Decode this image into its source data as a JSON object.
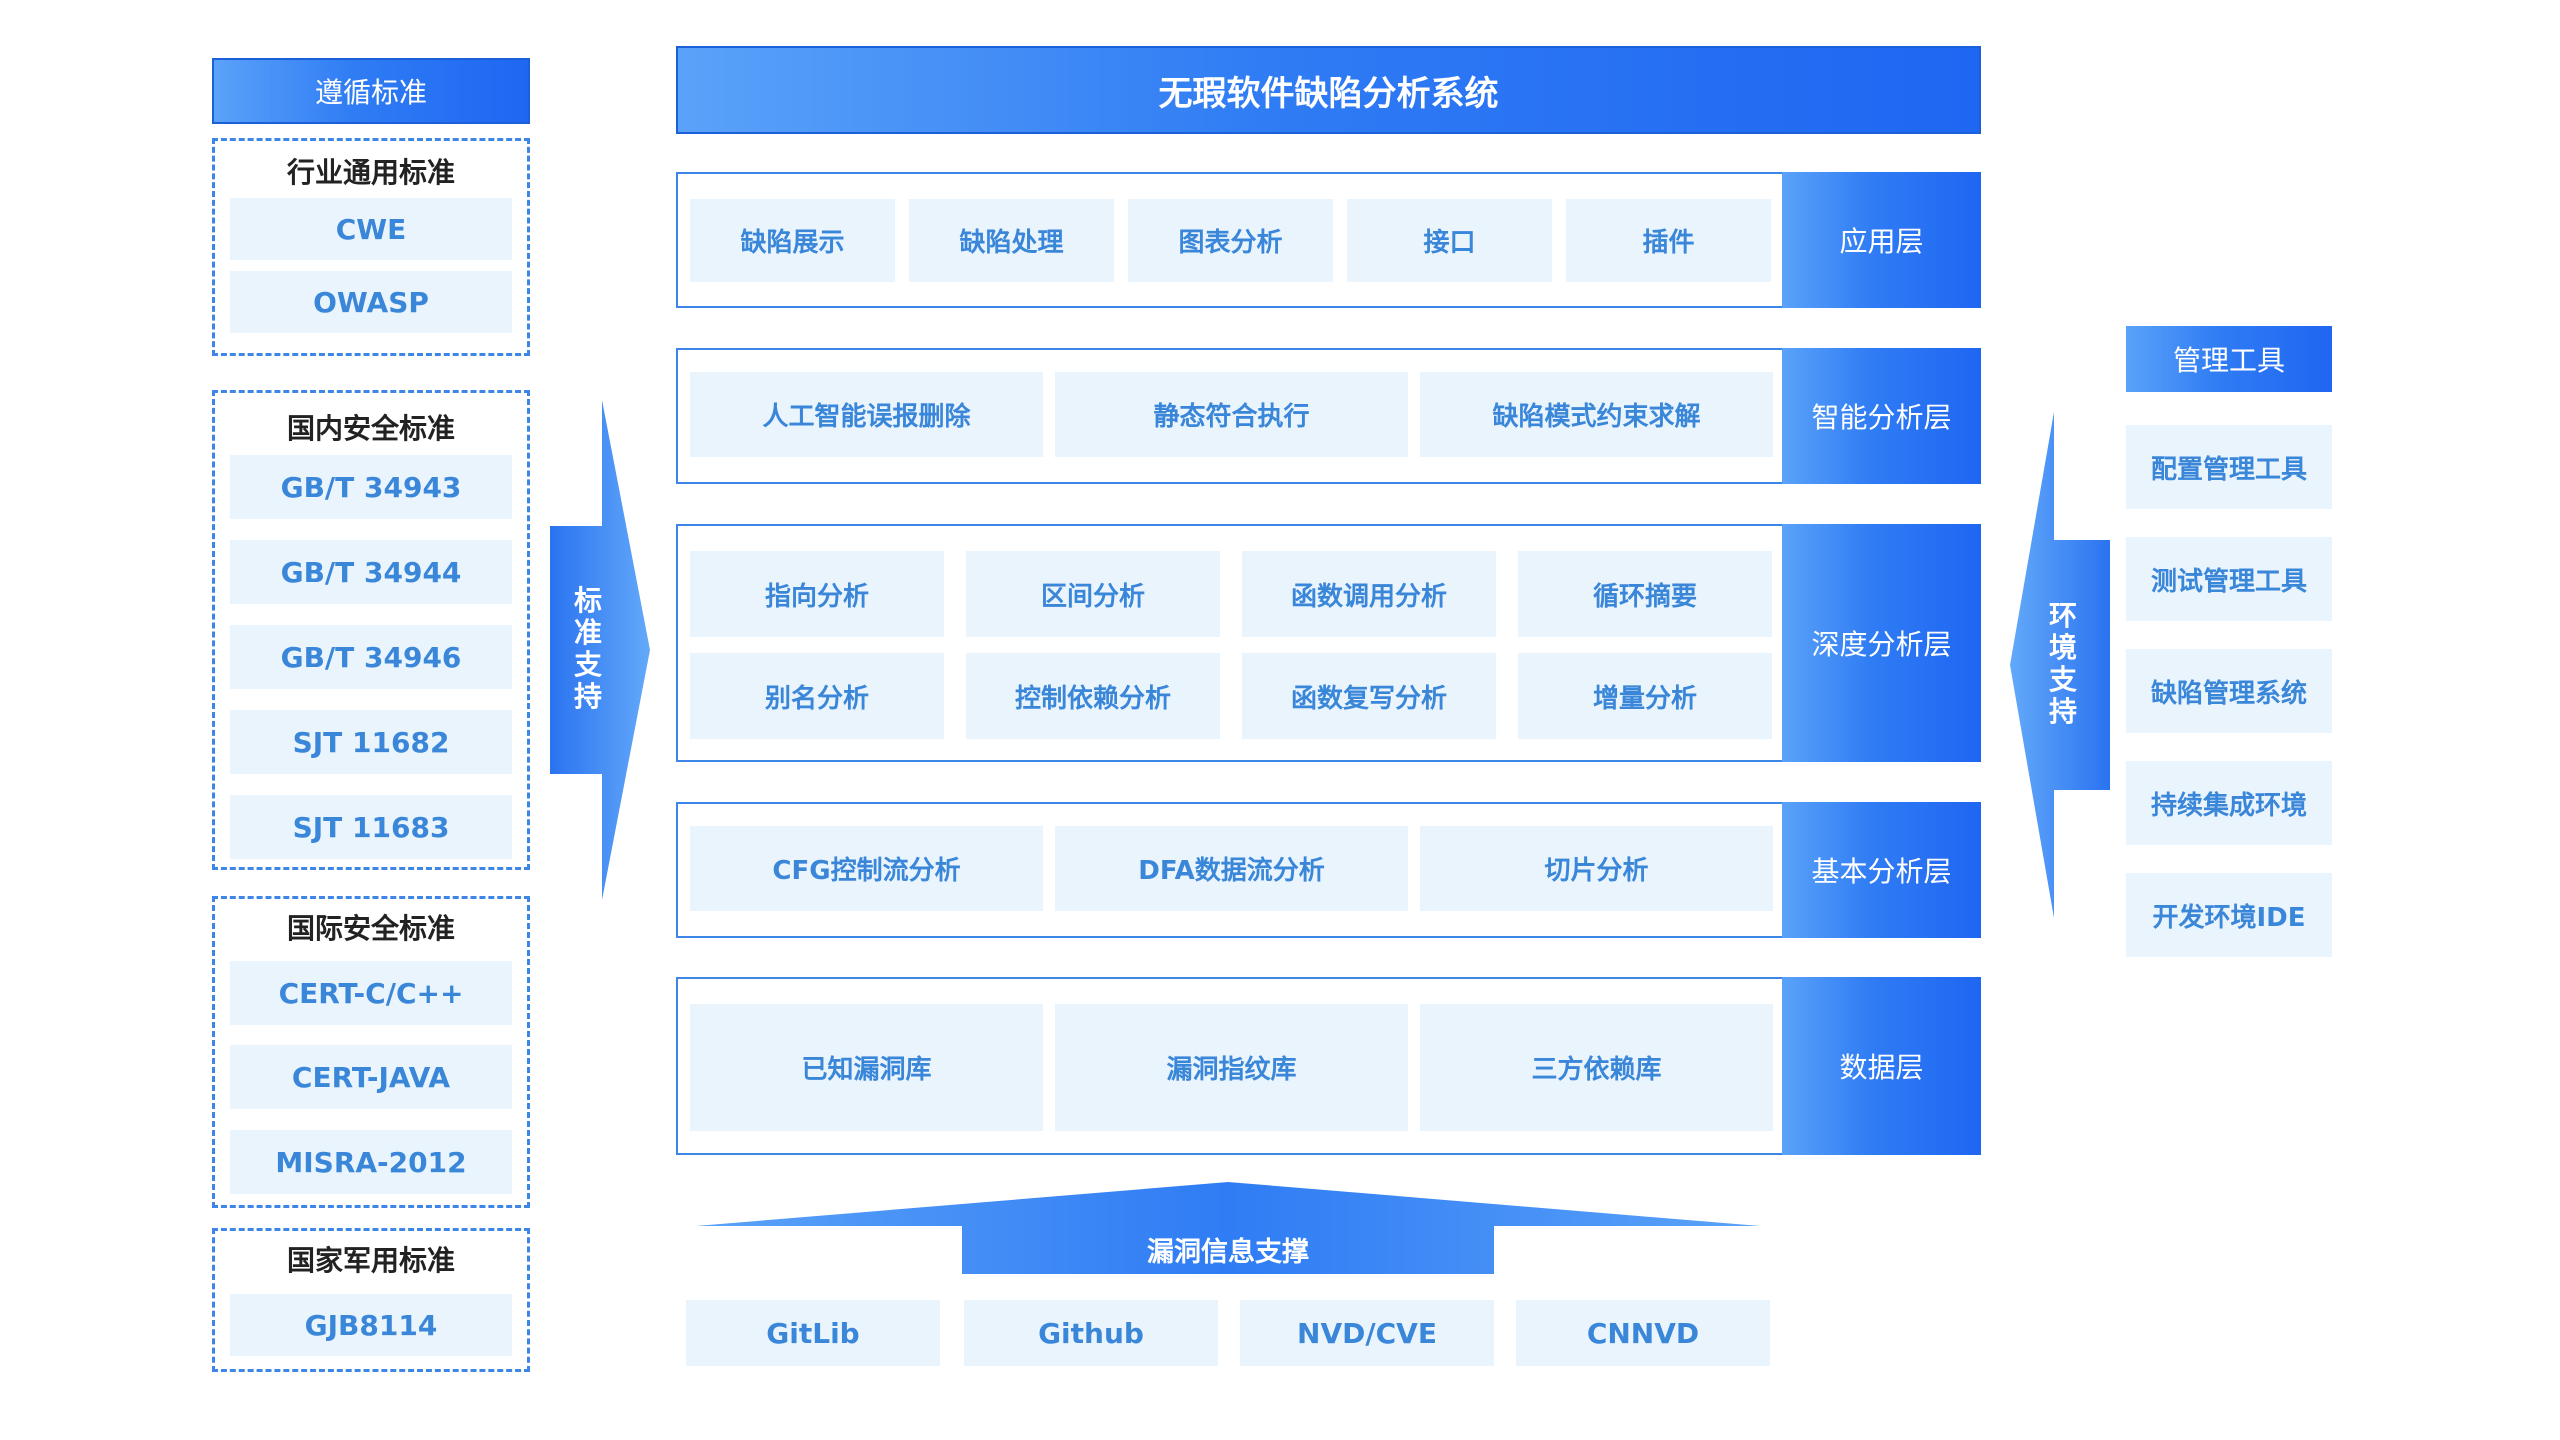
{
  "title": "无瑕软件缺陷分析系统",
  "left": {
    "header": "遵循标准",
    "groups": [
      {
        "title": "行业通用标准",
        "items": [
          "CWE",
          "OWASP"
        ]
      },
      {
        "title": "国内安全标准",
        "items": [
          "GB/T 34943",
          "GB/T 34944",
          "GB/T 34946",
          "SJT 11682",
          "SJT 11683"
        ]
      },
      {
        "title": "国际安全标准",
        "items": [
          "CERT-C/C++",
          "CERT-JAVA",
          "MISRA-2012"
        ]
      },
      {
        "title": "国家军用标准",
        "items": [
          "GJB8114"
        ]
      }
    ],
    "arrow_chars": [
      "标",
      "准",
      "支",
      "持"
    ]
  },
  "layers": {
    "app": {
      "label": "应用层",
      "items": [
        "缺陷展示",
        "缺陷处理",
        "图表分析",
        "接口",
        "插件"
      ]
    },
    "ai": {
      "label": "智能分析层",
      "items": [
        "人工智能误报删除",
        "静态符合执行",
        "缺陷模式约束求解"
      ]
    },
    "deep": {
      "label": "深度分析层",
      "items": [
        "指向分析",
        "区间分析",
        "函数调用分析",
        "循环摘要",
        "别名分析",
        "控制依赖分析",
        "函数复写分析",
        "增量分析"
      ]
    },
    "basic": {
      "label": "基本分析层",
      "items": [
        "CFG控制流分析",
        "DFA数据流分析",
        "切片分析"
      ]
    },
    "data": {
      "label": "数据层",
      "items": [
        "已知漏洞库",
        "漏洞指纹库",
        "三方依赖库"
      ]
    }
  },
  "bottom": {
    "label": "漏洞信息支撑",
    "sources": [
      "GitLib",
      "Github",
      "NVD/CVE",
      "CNNVD"
    ]
  },
  "right": {
    "header": "管理工具",
    "items": [
      "配置管理工具",
      "测试管理工具",
      "缺陷管理系统",
      "持续集成环境",
      "开发环境IDE"
    ],
    "arrow_chars": [
      "环",
      "境",
      "支",
      "持"
    ]
  },
  "colors": {
    "accent": "#2f7cf4",
    "cell_bg": "#e9f4fd",
    "cell_text": "#3a86d9",
    "border": "#3d86e8"
  }
}
